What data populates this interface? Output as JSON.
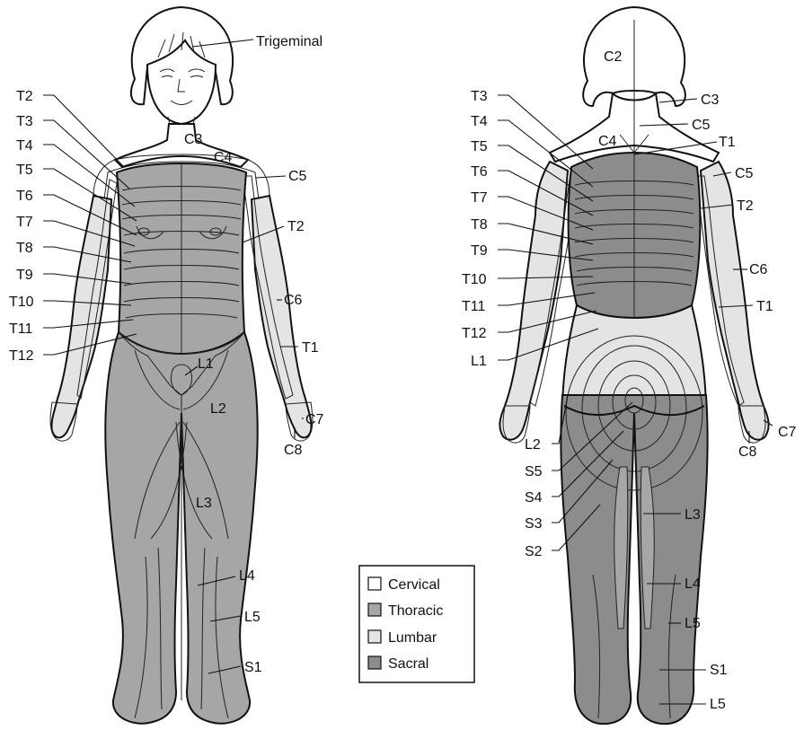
{
  "colors": {
    "cervical": "#ffffff",
    "thoracic": "#a6a6a6",
    "lumbar": "#e4e4e4",
    "sacral": "#8c8c8c",
    "outline": "#111111"
  },
  "legend": {
    "items": [
      {
        "label": "Cervical",
        "color_key": "cervical"
      },
      {
        "label": "Thoracic",
        "color_key": "thoracic"
      },
      {
        "label": "Lumbar",
        "color_key": "lumbar"
      },
      {
        "label": "Sacral",
        "color_key": "sacral"
      }
    ]
  },
  "front": {
    "labels": {
      "trigeminal": "Trigeminal",
      "c3": "C3",
      "c4": "C4",
      "c5": "C5",
      "c6": "C6",
      "c7": "C7",
      "c8": "C8",
      "t1": "T1",
      "t2_left": "T2",
      "t2_right": "T2",
      "t3": "T3",
      "t4": "T4",
      "t5": "T5",
      "t6": "T6",
      "t7": "T7",
      "t8": "T8",
      "t9": "T9",
      "t10": "T10",
      "t11": "T11",
      "t12": "T12",
      "l1": "L1",
      "l2": "L2",
      "l3": "L3",
      "l4": "L4",
      "l5": "L5",
      "s1": "S1"
    }
  },
  "back": {
    "labels": {
      "c2": "C2",
      "c3": "C3",
      "c4": "C4",
      "c5_top": "C5",
      "c5_arm": "C5",
      "c6": "C6",
      "c7": "C7",
      "c8": "C8",
      "t1_top": "T1",
      "t1_arm": "T1",
      "t2": "T2",
      "t3": "T3",
      "t4": "T4",
      "t5": "T5",
      "t6": "T6",
      "t7": "T7",
      "t8": "T8",
      "t9": "T9",
      "t10": "T10",
      "t11": "T11",
      "t12": "T12",
      "l1": "L1",
      "l2": "L2",
      "l3": "L3",
      "l4": "L4",
      "l5_leg": "L5",
      "l5_foot": "L5",
      "s1": "S1",
      "s2": "S2",
      "s3": "S3",
      "s4": "S4",
      "s5": "S5"
    }
  }
}
